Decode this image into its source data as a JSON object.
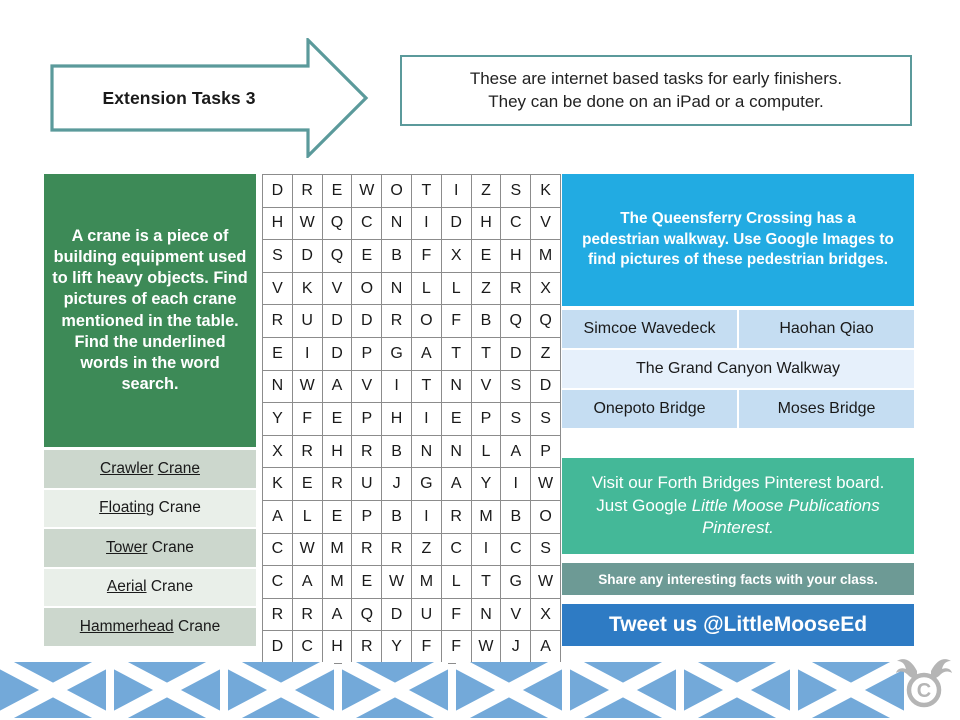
{
  "header": {
    "arrow_label": "Extension Tasks 3",
    "intro_line1": "These are internet based tasks for early finishers.",
    "intro_line2": "They can be done on an iPad or a computer.",
    "arrow_color": "#5b9a9b",
    "box_border_color": "#5b9a9b"
  },
  "left_panel": {
    "instruction": "A crane is a piece of building equipment used to lift heavy objects. Find pictures of each crane mentioned in the table. Find the underlined words in the word search.",
    "background_color": "#3d8a57",
    "cranes": [
      {
        "underlined": "Crawler",
        "rest": " Crane",
        "also_underlined": "Crane"
      },
      {
        "underlined": "Floating",
        "rest": " Crane"
      },
      {
        "underlined": "Tower",
        "rest": " Crane"
      },
      {
        "underlined": "Aerial",
        "rest": " Crane"
      },
      {
        "underlined": "Hammerhead",
        "rest": " Crane"
      }
    ],
    "crane_labels": [
      "Crawler Crane",
      "Floating Crane",
      "Tower Crane",
      "Aerial Crane",
      "Hammerhead Crane"
    ]
  },
  "word_search": {
    "rows": 15,
    "cols": 10,
    "grid": [
      [
        "D",
        "R",
        "E",
        "W",
        "O",
        "T",
        "I",
        "Z",
        "S",
        "K"
      ],
      [
        "H",
        "W",
        "Q",
        "C",
        "N",
        "I",
        "D",
        "H",
        "C",
        "V"
      ],
      [
        "S",
        "D",
        "Q",
        "E",
        "B",
        "F",
        "X",
        "E",
        "H",
        "M"
      ],
      [
        "V",
        "K",
        "V",
        "O",
        "N",
        "L",
        "L",
        "Z",
        "R",
        "X"
      ],
      [
        "R",
        "U",
        "D",
        "D",
        "R",
        "O",
        "F",
        "B",
        "Q",
        "Q"
      ],
      [
        "E",
        "I",
        "D",
        "P",
        "G",
        "A",
        "T",
        "T",
        "D",
        "Z"
      ],
      [
        "N",
        "W",
        "A",
        "V",
        "I",
        "T",
        "N",
        "V",
        "S",
        "D"
      ],
      [
        "Y",
        "F",
        "E",
        "P",
        "H",
        "I",
        "E",
        "P",
        "S",
        "S"
      ],
      [
        "X",
        "R",
        "H",
        "R",
        "B",
        "N",
        "N",
        "L",
        "A",
        "P"
      ],
      [
        "K",
        "E",
        "R",
        "U",
        "J",
        "G",
        "A",
        "Y",
        "I",
        "W"
      ],
      [
        "A",
        "L",
        "E",
        "P",
        "B",
        "I",
        "R",
        "M",
        "B",
        "O"
      ],
      [
        "C",
        "W",
        "M",
        "R",
        "R",
        "Z",
        "C",
        "I",
        "C",
        "S"
      ],
      [
        "C",
        "A",
        "M",
        "E",
        "W",
        "M",
        "L",
        "T",
        "G",
        "W"
      ],
      [
        "R",
        "R",
        "A",
        "Q",
        "D",
        "U",
        "F",
        "N",
        "V",
        "X"
      ],
      [
        "D",
        "C",
        "H",
        "R",
        "Y",
        "F",
        "F",
        "W",
        "J",
        "A"
      ]
    ]
  },
  "right_panel": {
    "bridges_prompt": "The Queensferry Crossing has a pedestrian walkway. Use Google Images to find pictures of these pedestrian bridges.",
    "bridges_prompt_color": "#22abe2",
    "bridge_rows": [
      [
        "Simcoe Wavedeck",
        "Haohan Qiao"
      ],
      [
        "The Grand Canyon Walkway"
      ],
      [
        "Onepoto Bridge",
        "Moses Bridge"
      ]
    ],
    "pinterest_prefix": "Visit our Forth Bridges Pinterest board. Just Google ",
    "pinterest_italic": "Little Moose Publications Pinterest.",
    "pinterest_color": "#44b898",
    "share_text": "Share any interesting facts with your class.",
    "share_color": "#6d9a95",
    "tweet_text": "Tweet us @LittleMooseEd",
    "tweet_color": "#2e7bc4"
  },
  "footer": {
    "flag_name": "scotland-saltire-flag",
    "flag_color": "#73a9d9",
    "flag_count": 8,
    "logo_name": "moose-copyright-logo",
    "logo_color": "#b5b5b5"
  }
}
